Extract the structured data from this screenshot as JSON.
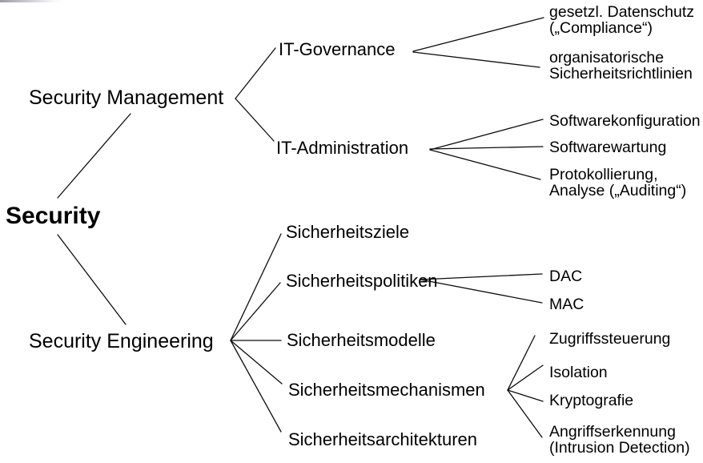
{
  "page": {
    "background_color": "#ffffff",
    "text_color": "#000000",
    "line_color": "#0d0d0d"
  },
  "tree": {
    "root": {
      "label": "Security"
    },
    "branches": [
      {
        "label": "Security Management",
        "children": [
          {
            "label": "IT-Governance",
            "leaves": [
              [
                "gesetzl. Datenschutz",
                "(„Compliance“)"
              ],
              [
                "organisatorische",
                "Sicherheitsrichtlinien"
              ]
            ]
          },
          {
            "label": "IT-Administration",
            "leaves": [
              [
                "Softwarekonfiguration"
              ],
              [
                "Softwarewartung"
              ],
              [
                "Protokollierung,",
                "Analyse („Auditing“)"
              ]
            ]
          }
        ]
      },
      {
        "label": "Security Engineering",
        "children": [
          {
            "label": "Sicherheitsziele",
            "leaves": []
          },
          {
            "label": "Sicherheitspolitiken",
            "leaves": [
              [
                "DAC"
              ],
              [
                "MAC"
              ]
            ]
          },
          {
            "label": "Sicherheitsmodelle",
            "leaves": []
          },
          {
            "label": "Sicherheitsmechanismen",
            "leaves": [
              [
                "Zugriffssteuerung"
              ],
              [
                "Isolation"
              ],
              [
                "Kryptografie"
              ],
              [
                "Angriffserkennung",
                "(Intrusion Detection)"
              ]
            ]
          },
          {
            "label": "Sicherheitsarchitekturen",
            "leaves": []
          }
        ]
      }
    ]
  }
}
